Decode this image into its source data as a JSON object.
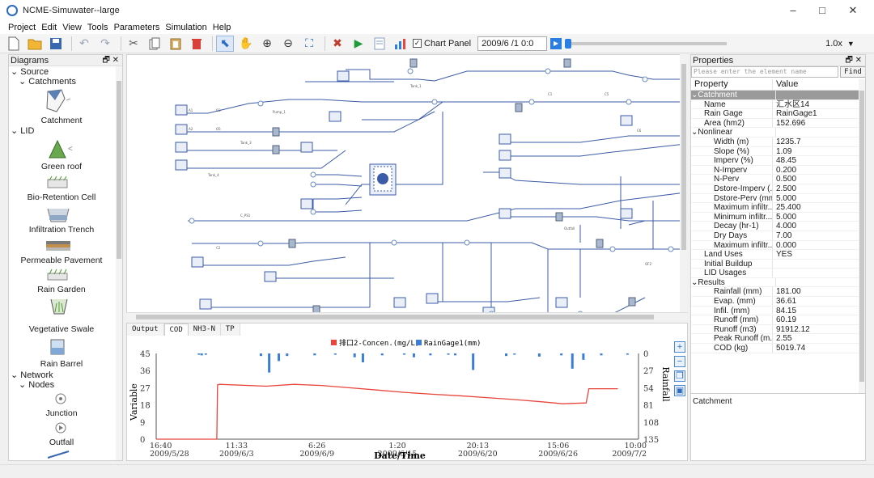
{
  "window": {
    "title": "NCME-Simuwater--large",
    "minimize": "–",
    "maximize": "□",
    "close": "✕"
  },
  "menu": [
    "Project",
    "Edit",
    "View",
    "Tools",
    "Parameters",
    "Simulation",
    "Help"
  ],
  "toolbar": {
    "chart_panel_label": "Chart Panel",
    "chart_panel_checked": true,
    "date": "2009/6 /1  0:0",
    "speed": "1.0x",
    "icons": [
      "new-file-icon",
      "open-folder-icon",
      "save-icon",
      "undo-icon",
      "redo-icon",
      "cut-icon",
      "copy-icon",
      "paste-icon",
      "delete-icon",
      "select-pointer-icon",
      "pan-hand-icon",
      "zoom-in-icon",
      "zoom-out-icon",
      "zoom-extent-icon",
      "tools-icon",
      "run-icon",
      "report-icon",
      "bar-chart-icon"
    ]
  },
  "diagrams_panel": {
    "title": "Diagrams",
    "source_label": "Source",
    "catchments_label": "Catchments",
    "catchment_item": "Catchment",
    "lid_label": "LID",
    "lid_items": [
      "Green roof",
      "Bio-Retention Cell",
      "Infiltration Trench",
      "Permeable Pavement",
      "Rain Garden",
      "Vegetative Swale",
      "Rain Barrel"
    ],
    "network_label": "Network",
    "nodes_label": "Nodes",
    "node_items": [
      "Junction",
      "Outfall"
    ]
  },
  "bottom_tabs": [
    "Output",
    "COD",
    "NH3-N",
    "TP"
  ],
  "bottom_active_tab": "COD",
  "chart_data": {
    "type": "line",
    "legend": [
      {
        "name": "排口2-Concen.(mg/L)",
        "color": "#e8453c"
      },
      {
        "name": "RainGage1(mm)",
        "color": "#3b7dd8"
      }
    ],
    "xlabel": "Date/Time",
    "ylabel_left": "Variable",
    "ylabel_right": "Rainfall",
    "x_ticks": [
      {
        "time": "16:40",
        "date": "2009/5/28"
      },
      {
        "time": "11:33",
        "date": "2009/6/3"
      },
      {
        "time": "6:26",
        "date": "2009/6/9"
      },
      {
        "time": "1:20",
        "date": "2009/6/15"
      },
      {
        "time": "20:13",
        "date": "2009/6/20"
      },
      {
        "time": "15:06",
        "date": "2009/6/26"
      },
      {
        "time": "10:00",
        "date": "2009/7/2"
      }
    ],
    "y_left_ticks": [
      "45",
      "36",
      "27",
      "18",
      "9",
      "0"
    ],
    "y_left_range": [
      0,
      45
    ],
    "y_right_ticks": [
      "0",
      "27",
      "54",
      "81",
      "108",
      "135"
    ],
    "y_right_range": [
      0,
      135
    ],
    "x_range_days": [
      0,
      35
    ],
    "concentration_series": {
      "name": "排口2-Concen.(mg/L)",
      "x_days": [
        0,
        4.4,
        4.45,
        4.6,
        8,
        10,
        12,
        14,
        16,
        18,
        20,
        22,
        24,
        26,
        28,
        29.5,
        31.2,
        31.4,
        33.5
      ],
      "values": [
        0,
        0,
        28.5,
        28.8,
        27.8,
        28.8,
        28.2,
        27.0,
        25.8,
        24.6,
        23.6,
        22.8,
        21.8,
        20.8,
        19.6,
        18.6,
        19.0,
        26.5,
        26.5
      ]
    },
    "rainfall_series": {
      "name": "RainGage1(mm)",
      "x_days": [
        3.1,
        3.3,
        3.6,
        7.6,
        8.2,
        8.9,
        9.5,
        11.5,
        13.0,
        14.4,
        15.0,
        16.4,
        18.0,
        18.7,
        19.9,
        21.2,
        21.7,
        23.0,
        25.4,
        26.0,
        27.8,
        29.4,
        30.2,
        31.0,
        32.3,
        34.2
      ],
      "values": [
        2,
        3,
        2,
        4,
        30,
        12,
        4,
        3,
        2,
        6,
        14,
        3,
        2,
        6,
        3,
        2,
        3,
        26,
        4,
        2,
        5,
        3,
        24,
        10,
        3,
        2
      ]
    }
  },
  "properties": {
    "title": "Properties",
    "search_placeholder": "Please enter the element name",
    "find_label": "Find",
    "col_property": "Property",
    "col_value": "Value",
    "rows": [
      {
        "k": "Catchment",
        "v": "",
        "cat": true,
        "indent": 0
      },
      {
        "k": "Name",
        "v": "汇水区14",
        "indent": 1
      },
      {
        "k": "Rain Gage",
        "v": "RainGage1",
        "indent": 1
      },
      {
        "k": "Area (hm2)",
        "v": "152.696",
        "indent": 1
      },
      {
        "k": "Nonlinear",
        "v": "",
        "indent": 0,
        "group": true
      },
      {
        "k": "Width (m)",
        "v": "1235.7",
        "indent": 2
      },
      {
        "k": "Slope (%)",
        "v": "1.09",
        "indent": 2
      },
      {
        "k": "Imperv (%)",
        "v": "48.45",
        "indent": 2
      },
      {
        "k": "N-Imperv",
        "v": "0.200",
        "indent": 2
      },
      {
        "k": "N-Perv",
        "v": "0.500",
        "indent": 2
      },
      {
        "k": "Dstore-Imperv (...",
        "v": "2.500",
        "indent": 2
      },
      {
        "k": "Dstore-Perv (mm)",
        "v": "5.000",
        "indent": 2
      },
      {
        "k": "Maximum infiltr...",
        "v": "25.400",
        "indent": 2
      },
      {
        "k": "Minimum infiltr...",
        "v": "5.000",
        "indent": 2
      },
      {
        "k": "Decay (hr-1)",
        "v": "4.000",
        "indent": 2
      },
      {
        "k": "Dry Days",
        "v": "7.00",
        "indent": 2
      },
      {
        "k": "Maximum infiltr...",
        "v": "0.000",
        "indent": 2
      },
      {
        "k": "Land Uses",
        "v": "YES",
        "indent": 1
      },
      {
        "k": "Initial Buildup",
        "v": "",
        "indent": 1
      },
      {
        "k": "LID Usages",
        "v": "",
        "indent": 1
      },
      {
        "k": "Results",
        "v": "",
        "indent": 0,
        "group": true
      },
      {
        "k": "Rainfall (mm)",
        "v": "181.00",
        "indent": 2
      },
      {
        "k": "Evap. (mm)",
        "v": "36.61",
        "indent": 2
      },
      {
        "k": "Infil. (mm)",
        "v": "84.15",
        "indent": 2
      },
      {
        "k": "Runoff (mm)",
        "v": "60.19",
        "indent": 2
      },
      {
        "k": "Runoff (m3)",
        "v": "91912.12",
        "indent": 2
      },
      {
        "k": "Peak Runoff (m...",
        "v": "2.55",
        "indent": 2
      },
      {
        "k": "COD (kg)",
        "v": "5019.74",
        "indent": 2
      }
    ],
    "description": "Catchment"
  },
  "colors": {
    "accent": "#2a7de1",
    "concentration": "#e8453c",
    "rainfall": "#3b7dd8",
    "node": "#6a8dc0"
  }
}
